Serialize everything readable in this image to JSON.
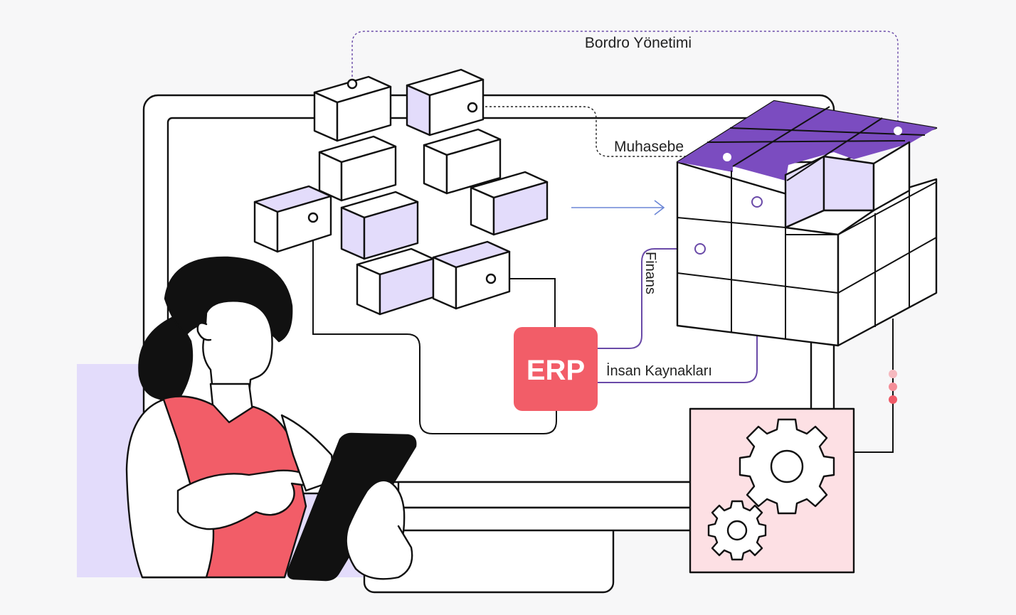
{
  "labels": {
    "erp": "ERP",
    "payroll": "Bordro Yönetimi",
    "accounting": "Muhasebe",
    "finance": "Finans",
    "hr": "İnsan Kaynakları"
  },
  "colors": {
    "background": "#f7f7f8",
    "outline": "#111111",
    "accent_purple": "#7b4cc0",
    "light_purple": "#e3dcfb",
    "erp_red": "#f25d68",
    "gear_panel_pink": "#fde0e4",
    "connector_purple": "#6a4aa8",
    "arrow_blue": "#6b86d6"
  },
  "icons": [
    "monitor-icon",
    "puzzle-cubes-icon",
    "cube-stack-icon",
    "gear-icon",
    "tablet-icon",
    "person-illustration"
  ]
}
